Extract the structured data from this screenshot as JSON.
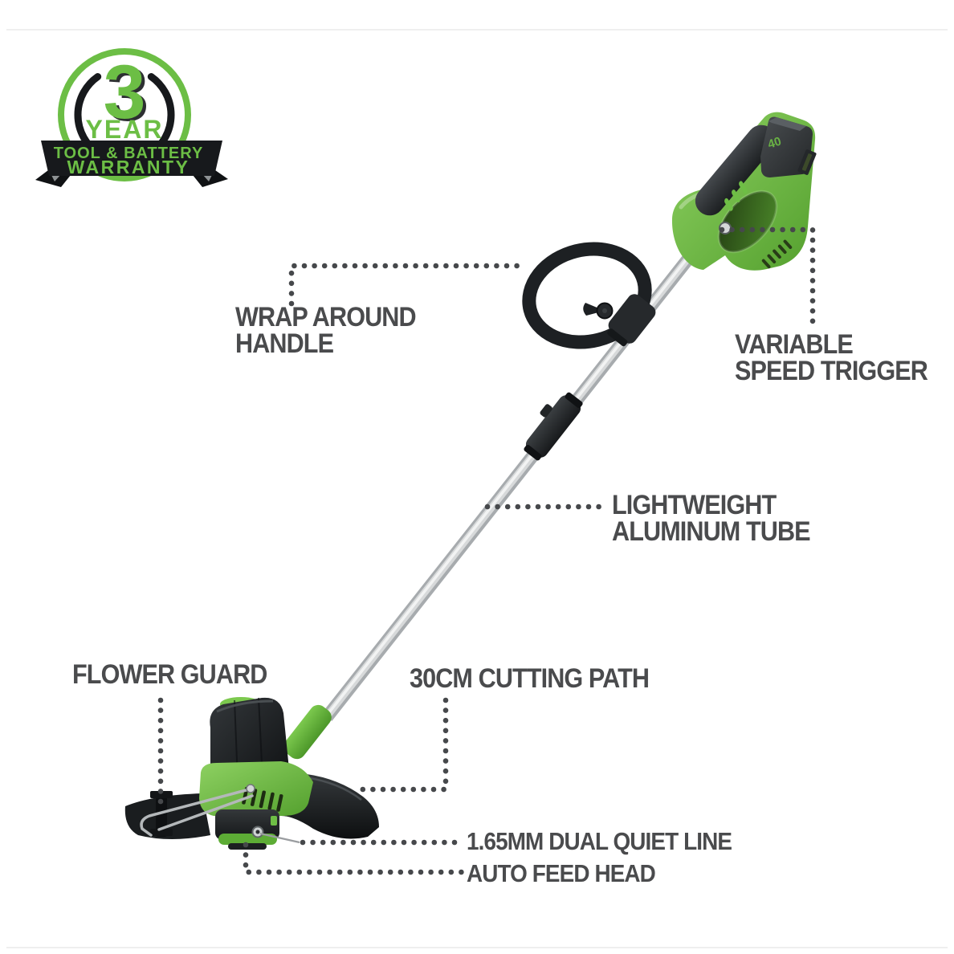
{
  "badge": {
    "years": "3",
    "year_label": "YEAR",
    "banner_line1": "TOOL & BATTERY",
    "banner_line2": "WARRANTY",
    "green": "#6CBE45",
    "black": "#17191C"
  },
  "callouts": {
    "wrap_handle": {
      "line1": "WRAP AROUND",
      "line2": "HANDLE"
    },
    "variable_trigger": {
      "line1": "VARIABLE",
      "line2": "SPEED TRIGGER"
    },
    "aluminum_tube": {
      "line1": "LIGHTWEIGHT",
      "line2": "ALUMINUM TUBE"
    },
    "flower_guard": "FLOWER GUARD",
    "cutting_path": "30CM CUTTING PATH",
    "dual_line": "1.65MM DUAL QUIET LINE",
    "auto_feed": "AUTO FEED HEAD"
  },
  "product": {
    "battery_label": "40",
    "brand_green": "#6EBE45",
    "label_text_color": "#4A4B4D",
    "dot_color": "#46484B"
  }
}
